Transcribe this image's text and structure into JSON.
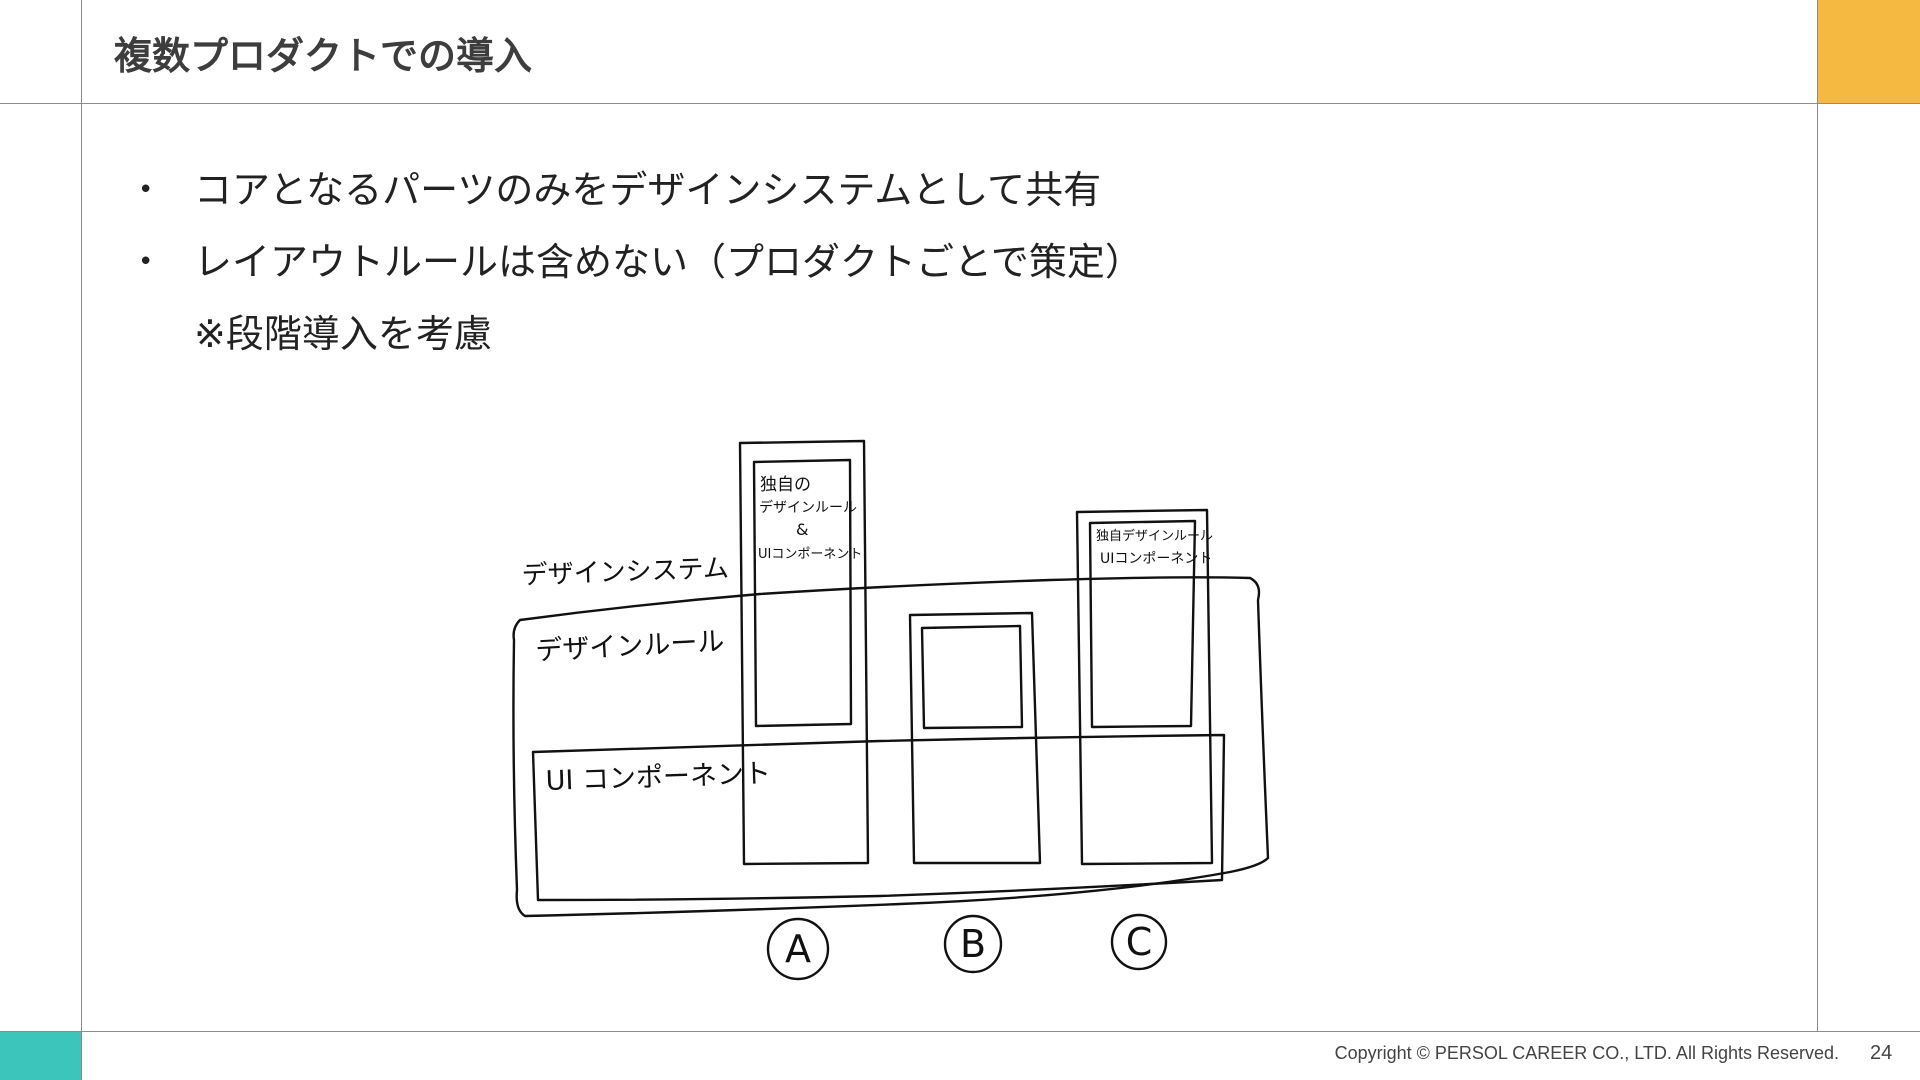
{
  "slide": {
    "title": "複数プロダクトでの導入",
    "bullets": [
      "コアとなるパーツのみをデザインシステムとして共有",
      "レイアウトルールは含めない（プロダクトごとで策定）"
    ],
    "note": "※段階導入を考慮",
    "bullet_symbol": "•",
    "accent_colors": {
      "orange": "#F5B942",
      "teal": "#3CC5BB"
    }
  },
  "diagram": {
    "system_label": "デザインシステム",
    "rule_layer_label": "デザインルール",
    "component_layer_label": "UI コンポーネント",
    "product_a_box": {
      "line1": "独自の",
      "line2": "デザインルール",
      "line3": "&",
      "line4": "UIコンポーネント"
    },
    "product_c_box": {
      "line1": "独自デザインルール",
      "line2": "UIコンポーネント"
    },
    "products": [
      "A",
      "B",
      "C"
    ]
  },
  "footer": {
    "copyright": "Copyright © PERSOL CAREER CO., LTD. All Rights Reserved.",
    "page_number": "24"
  }
}
